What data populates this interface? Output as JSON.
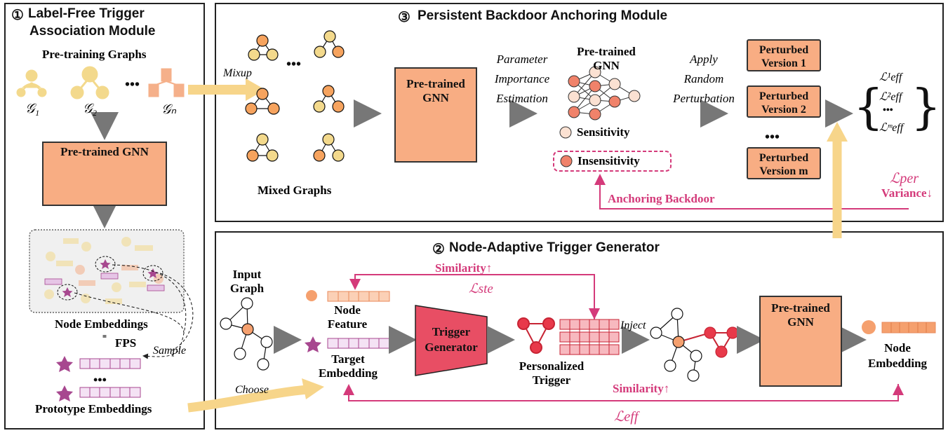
{
  "panel1": {
    "number": "①",
    "title_line1": "Label-Free Trigger",
    "title_line2": "Association Module",
    "pretraining_graphs": "Pre-training Graphs",
    "graph_labels": [
      "𝒢₁",
      "𝒢₂",
      "𝒢ₙ"
    ],
    "ellipsis": "•••",
    "gnn_label": "Pre-trained GNN",
    "node_embeddings": "Node Embeddings",
    "fps": "FPS",
    "sample": "Sample",
    "prototype_embeddings": "Prototype Embeddings"
  },
  "panel3": {
    "number": "③",
    "title": "Persistent Backdoor Anchoring Module",
    "mixup": "Mixup",
    "mixed_graphs": "Mixed Graphs",
    "gnn_label": "Pre-trained GNN",
    "param_importance": [
      "Parameter",
      "Importance",
      "Estimation"
    ],
    "pretrained_gnn_top": [
      "Pre-trained",
      "GNN"
    ],
    "sensitivity": "Sensitivity",
    "insensitivity": "Insensitivity",
    "apply_random": [
      "Apply",
      "Random",
      "Perturbation"
    ],
    "perturbed": [
      "Perturbed Version 1",
      "Perturbed Version 2",
      "Perturbed Version m"
    ],
    "loss_set": [
      "ℒ¹eff",
      "ℒ²eff",
      "•••",
      "ℒᵐeff"
    ],
    "loss_per": "ℒper",
    "variance": "Variance↓",
    "anchoring": "Anchoring Backdoor"
  },
  "panel2": {
    "number": "②",
    "title": "Node-Adaptive Trigger Generator",
    "input_graph": [
      "Input",
      "Graph"
    ],
    "choose": "Choose",
    "node_feature": [
      "Node",
      "Feature"
    ],
    "target_embedding": [
      "Target",
      "Embedding"
    ],
    "similarity_top": "Similarity↑",
    "loss_ste": "ℒste",
    "trigger_generator": [
      "Trigger",
      "Generator"
    ],
    "personalized_trigger": [
      "Personalized",
      "Trigger"
    ],
    "inject": "Inject",
    "similarity_bottom": "Similarity↑",
    "gnn_label": [
      "Pre-trained",
      "GNN"
    ],
    "node_embedding": [
      "Node",
      "Embedding"
    ],
    "loss_eff": "ℒeff"
  },
  "colors": {
    "gnn_fill": "#f8ad83",
    "pink": "#d43a7a",
    "arrow_yellow": "#f7d58a",
    "node_orange": "#f5a06e",
    "trigger_red": "#e8394a"
  }
}
